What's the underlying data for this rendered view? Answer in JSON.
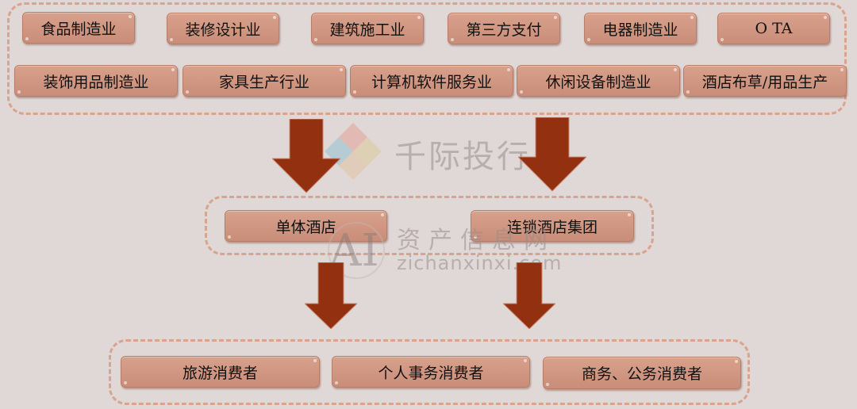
{
  "suppliers": {
    "row1": [
      "食品制造业",
      "装修设计业",
      "建筑施工业",
      "第三方支付",
      "电器制造业",
      "O TA"
    ],
    "row2": [
      "装饰用品制造业",
      "家具生产行业",
      "计算机软件服务业",
      "休闲设备制造业",
      "酒店布草/用品生产"
    ]
  },
  "hotels": [
    "单体酒店",
    "连锁酒店集团"
  ],
  "consumers": [
    "旅游消费者",
    "个人事务消费者",
    "商务、公务消费者"
  ],
  "watermarks": {
    "brand1": "千际投行",
    "brand2_cn": "资产信息网",
    "brand2_url": "zichanxinxi.com",
    "brand2_logo": "AI"
  },
  "colors": {
    "background": "#e0d8d6",
    "node_fill": "#d09883",
    "dashed_border": "#d9a48f",
    "arrow": "#93300f"
  }
}
